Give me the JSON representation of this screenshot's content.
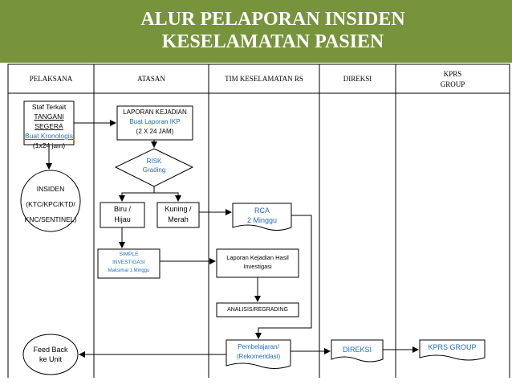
{
  "title": {
    "line1": "ALUR PELAPORAN INSIDEN",
    "line2": "KESELAMATAN PASIEN"
  },
  "columns": {
    "pelaksana": "PELAKSANA",
    "atasan": "ATASAN",
    "tim": "TIM KESELAMATAN RS",
    "direksi": "DIREKSI",
    "kprs_line1": "KPRS",
    "kprs_line2": "GROUP"
  },
  "staf": {
    "line1": "Staf Terkait",
    "line2": "TANGANI SEGERA",
    "line3": "Buat Kronologis",
    "line4": "(1x24 jam)"
  },
  "insiden": {
    "line1": "INSIDEN",
    "line2": "(KTC/KPC/KTD/",
    "line3": "KNC/SENTINEL)"
  },
  "laporan": {
    "line1": "LAPORAN KEJADIAN",
    "line2": "Buat Laporan IKP",
    "line3": "(2 X 24 JAM)"
  },
  "risk": {
    "line1": "RISK",
    "line2": "Grading"
  },
  "biru": {
    "line1": "Biru /",
    "line2": "Hijau"
  },
  "kuning": {
    "line1": "Kuning /",
    "line2": "Merah"
  },
  "rca": {
    "line1": "RCA",
    "line2": "2 Minggu"
  },
  "simple": {
    "line1": "SIMPLE",
    "line2": "INVESTIGASI",
    "line3": "Maksimal 1 Minggu"
  },
  "laporan_hasil": {
    "line1": "Laporan Kejadian Hasil",
    "line2": "Investigasi"
  },
  "analisis": "ANALISIS/REGRADING",
  "pembelajaran": {
    "line1": "Pembelajaran/",
    "line2": "(Rekomendasi)"
  },
  "direksi_doc": "DIREKSI",
  "kprs_doc": "KPRS GROUP",
  "feedback": {
    "line1": "Feed Back",
    "line2": "ke Unit"
  },
  "colors": {
    "banner": "#77933c",
    "accent_text": "#1f6fc1",
    "line": "#000000"
  }
}
